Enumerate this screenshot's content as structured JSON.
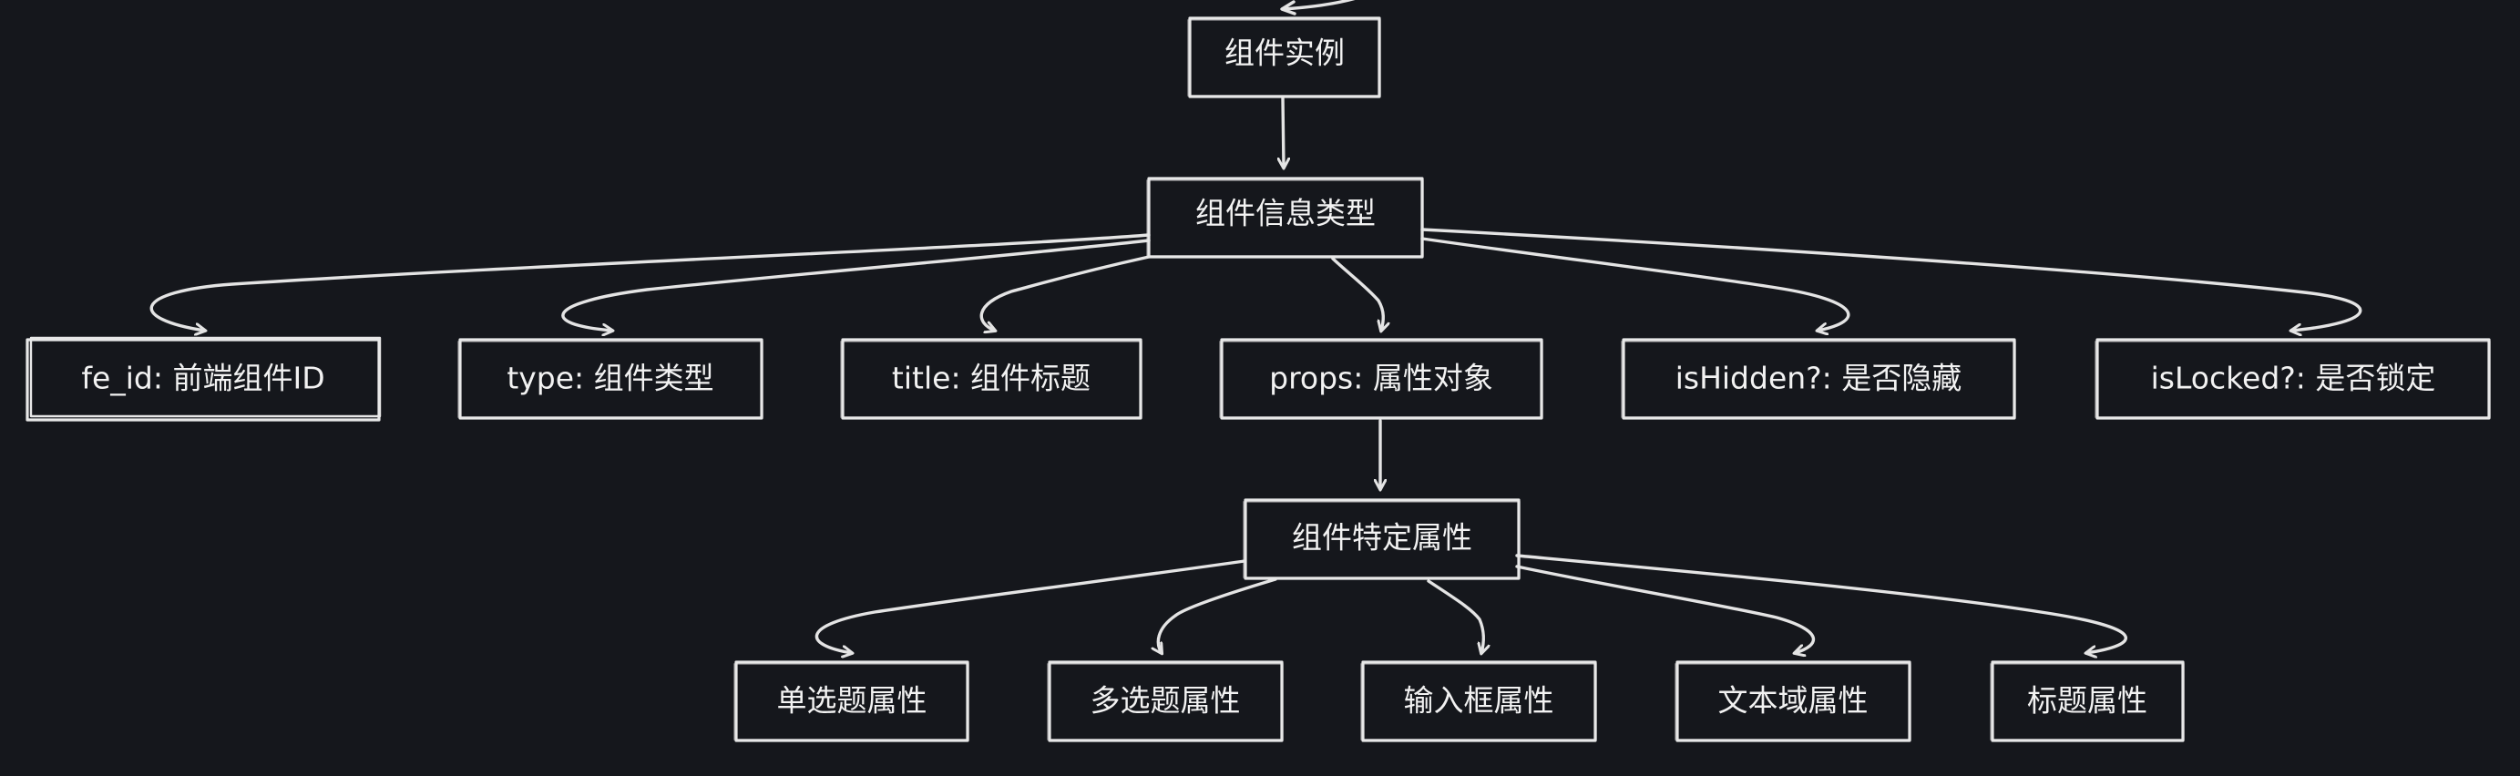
{
  "nodes": [
    {
      "id": "instance",
      "label": "组件实例"
    },
    {
      "id": "info",
      "label": "组件信息类型"
    },
    {
      "id": "fe_id",
      "label": "fe_id: 前端组件ID"
    },
    {
      "id": "type",
      "label": "type: 组件类型"
    },
    {
      "id": "title",
      "label": "title: 组件标题"
    },
    {
      "id": "props",
      "label": "props: 属性对象"
    },
    {
      "id": "isHidden",
      "label": "isHidden?: 是否隐藏"
    },
    {
      "id": "isLocked",
      "label": "isLocked?: 是否锁定"
    },
    {
      "id": "specific",
      "label": "组件特定属性"
    },
    {
      "id": "radio",
      "label": "单选题属性"
    },
    {
      "id": "checkbox",
      "label": "多选题属性"
    },
    {
      "id": "input",
      "label": "输入框属性"
    },
    {
      "id": "textarea",
      "label": "文本域属性"
    },
    {
      "id": "heading",
      "label": "标题属性"
    }
  ],
  "edges": [
    {
      "from": "instance",
      "to": "info"
    },
    {
      "from": "info",
      "to": "fe_id"
    },
    {
      "from": "info",
      "to": "type"
    },
    {
      "from": "info",
      "to": "title"
    },
    {
      "from": "info",
      "to": "props"
    },
    {
      "from": "info",
      "to": "isHidden"
    },
    {
      "from": "info",
      "to": "isLocked"
    },
    {
      "from": "props",
      "to": "specific"
    },
    {
      "from": "specific",
      "to": "radio"
    },
    {
      "from": "specific",
      "to": "checkbox"
    },
    {
      "from": "specific",
      "to": "input"
    },
    {
      "from": "specific",
      "to": "textarea"
    },
    {
      "from": "specific",
      "to": "heading"
    }
  ]
}
